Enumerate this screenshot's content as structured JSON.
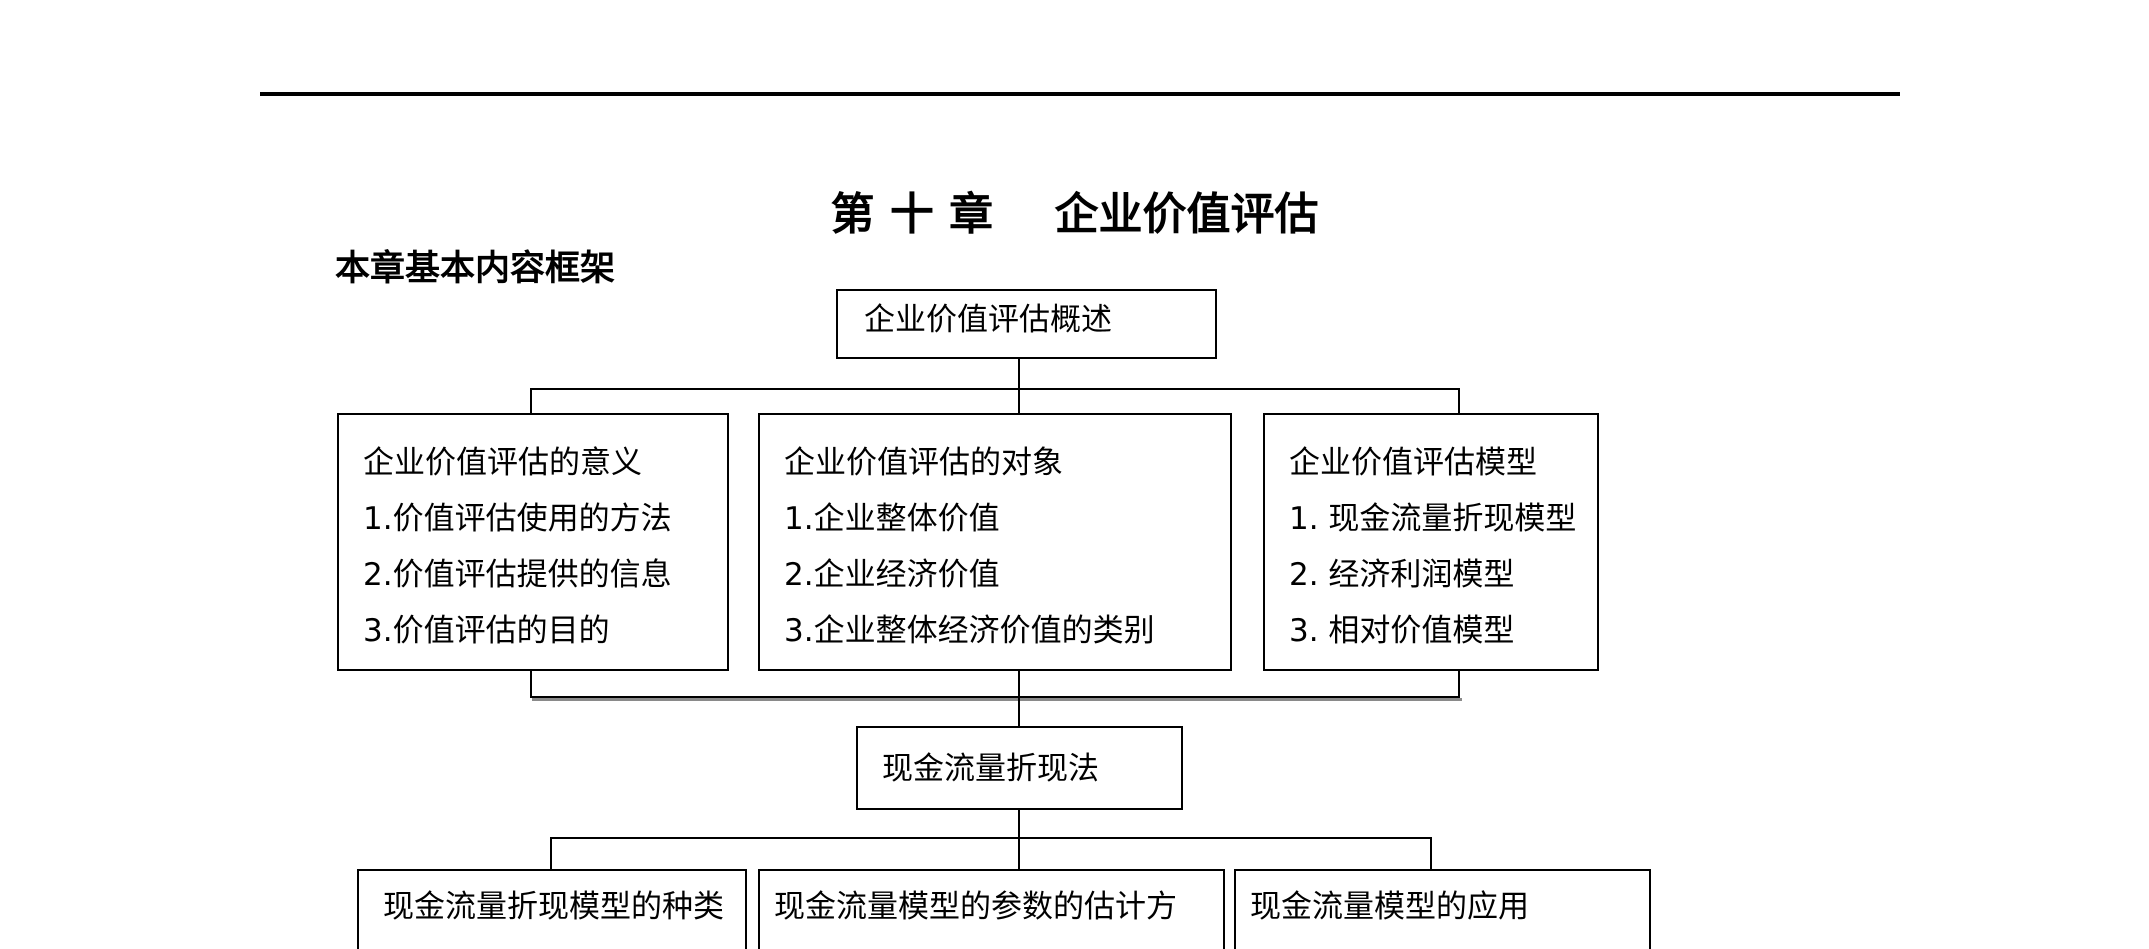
{
  "page": {
    "chapter_title": "第 十 章    企业价值评估",
    "section_heading": "本章基本内容框架"
  },
  "diagram": {
    "root": {
      "label": "企业价值评估概述"
    },
    "level1": [
      {
        "title": "企业价值评估的意义",
        "items": [
          "1.价值评估使用的方法",
          "2.价值评估提供的信息",
          "3.价值评估的目的"
        ]
      },
      {
        "title": "企业价值评估的对象",
        "items": [
          "1.企业整体价值",
          "2.企业经济价值",
          "3.企业整体经济价值的类别"
        ]
      },
      {
        "title": "企业价值评估模型",
        "items": [
          "1. 现金流量折现模型",
          "2. 经济利润模型",
          "3. 相对价值模型"
        ]
      }
    ],
    "middle": {
      "label": "现金流量折现法"
    },
    "level2": [
      {
        "title": "现金流量折现模型的种类"
      },
      {
        "title": "现金流量模型的参数的估计方"
      },
      {
        "title": "现金流量模型的应用"
      }
    ]
  }
}
